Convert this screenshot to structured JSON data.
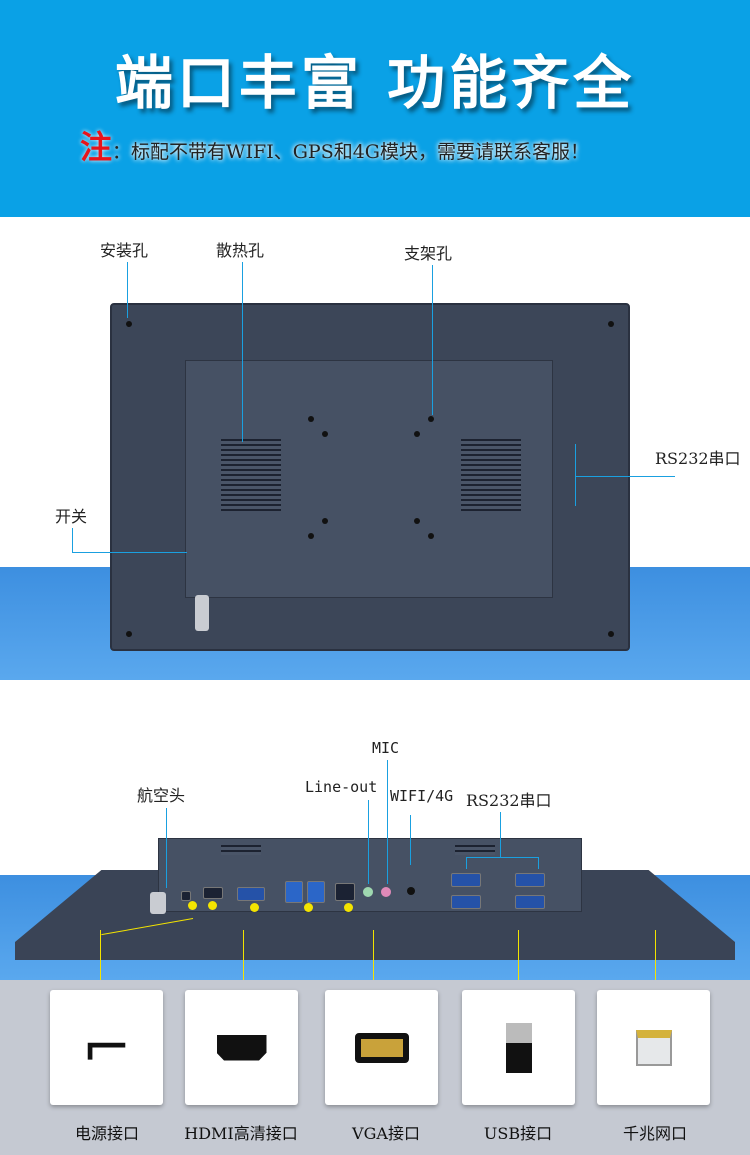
{
  "header": {
    "title": "端口丰富 功能齐全",
    "note_mark": "注",
    "note_text": "：标配不带有WIFI、GPS和4G模块，需要请联系客服！"
  },
  "rear_view": {
    "labels": {
      "mount_holes": "安装孔",
      "heat_vents": "散热孔",
      "bracket_holes": "支架孔",
      "rs232": "RS232串口",
      "switch": "开关"
    }
  },
  "side_view": {
    "labels": {
      "aviation": "航空头",
      "line_out": "Line-out",
      "mic": "MIC",
      "wifi": "WIFI/4G",
      "rs232": "RS232串口"
    }
  },
  "connectors": [
    {
      "label": "电源接口",
      "icon": "dc-power-plug-icon"
    },
    {
      "label": "HDMI高清接口",
      "icon": "hdmi-cable-icon"
    },
    {
      "label": "VGA接口",
      "icon": "vga-cable-icon"
    },
    {
      "label": "USB接口",
      "icon": "usb-cable-icon"
    },
    {
      "label": "千兆网口",
      "icon": "rj45-cable-icon"
    }
  ],
  "colors": {
    "banner": "#0aa1e6",
    "accent_line": "#1aa0e0",
    "pointer": "#f4e400",
    "note_mark": "#e8141b"
  }
}
